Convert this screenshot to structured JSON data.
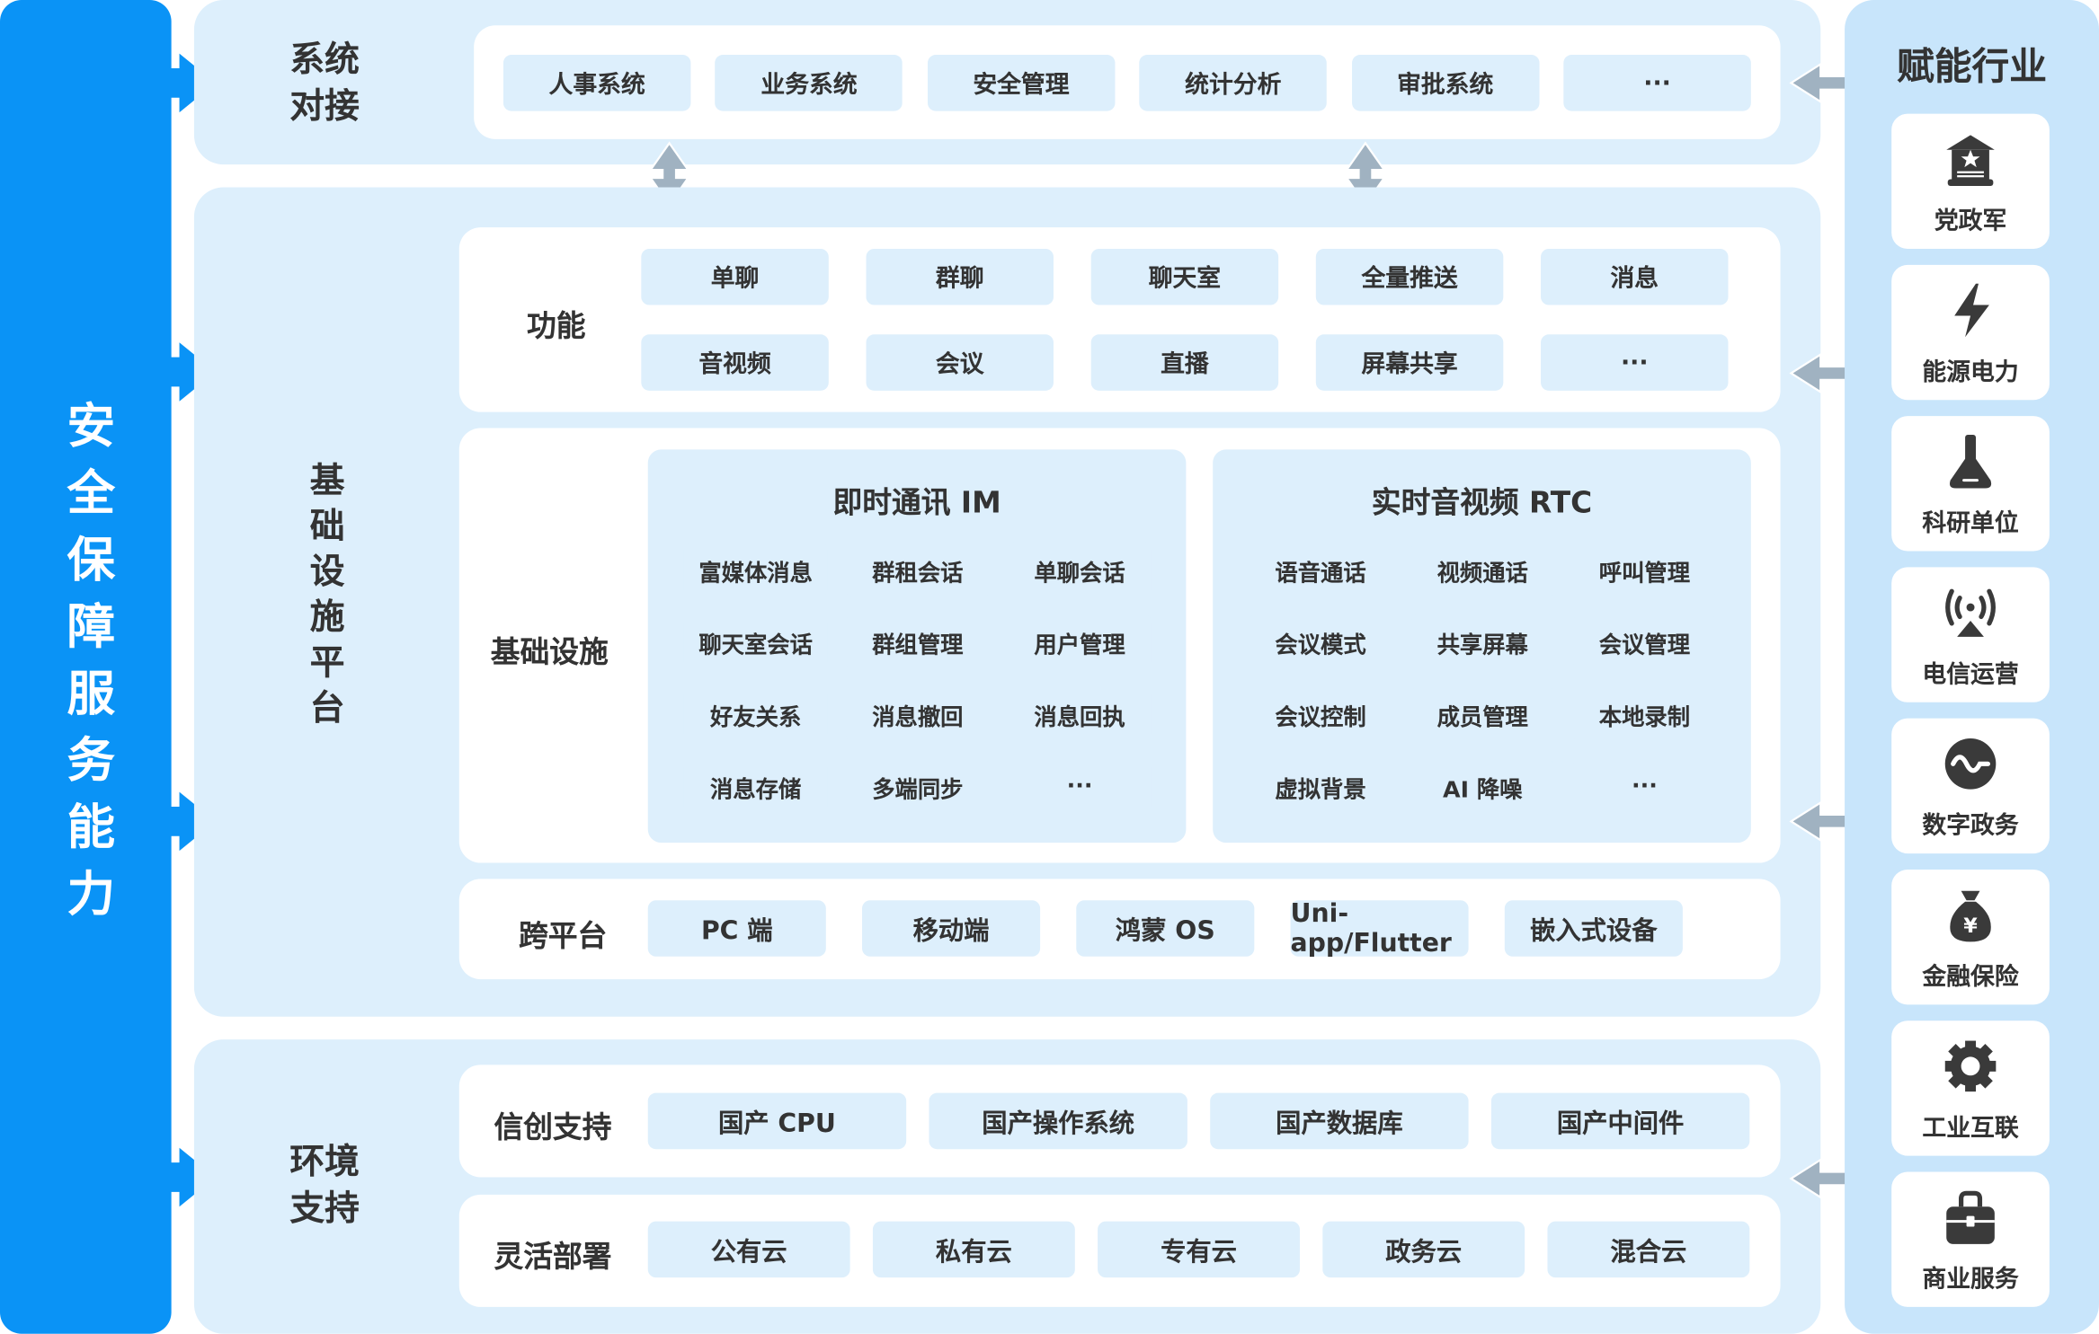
{
  "left_bar": {
    "title": "安全保障服务能力"
  },
  "system_integration": {
    "label": "系统对接",
    "items": [
      "人事系统",
      "业务系统",
      "安全管理",
      "统计分析",
      "审批系统",
      "···"
    ]
  },
  "platform": {
    "label": "基础设施平台",
    "functions": {
      "label": "功能",
      "items": [
        "单聊",
        "群聊",
        "聊天室",
        "全量推送",
        "消息",
        "音视频",
        "会议",
        "直播",
        "屏幕共享",
        "···"
      ]
    },
    "infrastructure": {
      "label": "基础设施",
      "im": {
        "title": "即时通讯 IM",
        "items": [
          "富媒体消息",
          "群租会话",
          "单聊会话",
          "聊天室会话",
          "群组管理",
          "用户管理",
          "好友关系",
          "消息撤回",
          "消息回执",
          "消息存储",
          "多端同步",
          "···"
        ]
      },
      "rtc": {
        "title": "实时音视频 RTC",
        "items": [
          "语音通话",
          "视频通话",
          "呼叫管理",
          "会议模式",
          "共享屏幕",
          "会议管理",
          "会议控制",
          "成员管理",
          "本地录制",
          "虚拟背景",
          "AI 降噪",
          "···"
        ]
      }
    },
    "cross_platform": {
      "label": "跨平台",
      "items": [
        "PC 端",
        "移动端",
        "鸿蒙 OS",
        "Uni-app/Flutter",
        "嵌入式设备"
      ]
    }
  },
  "environment": {
    "label": "环境支持",
    "xinchuang": {
      "label": "信创支持",
      "items": [
        "国产 CPU",
        "国产操作系统",
        "国产数据库",
        "国产中间件"
      ]
    },
    "deployment": {
      "label": "灵活部署",
      "items": [
        "公有云",
        "私有云",
        "专有云",
        "政务云",
        "混合云"
      ]
    }
  },
  "industries": {
    "title": "赋能行业",
    "items": [
      {
        "label": "党政军",
        "icon": "government-icon"
      },
      {
        "label": "能源电力",
        "icon": "lightning-icon"
      },
      {
        "label": "科研单位",
        "icon": "flask-icon"
      },
      {
        "label": "电信运营",
        "icon": "broadcast-icon"
      },
      {
        "label": "数字政务",
        "icon": "wave-icon"
      },
      {
        "label": "金融保险",
        "icon": "money-bag-icon"
      },
      {
        "label": "工业互联",
        "icon": "gear-icon"
      },
      {
        "label": "商业服务",
        "icon": "briefcase-icon"
      }
    ]
  },
  "colors": {
    "primary": "#0A93F6",
    "panel": "#DDEFFC",
    "side_panel": "#C8E5FB",
    "arrow": "#A0B2C1",
    "text": "#333333"
  }
}
